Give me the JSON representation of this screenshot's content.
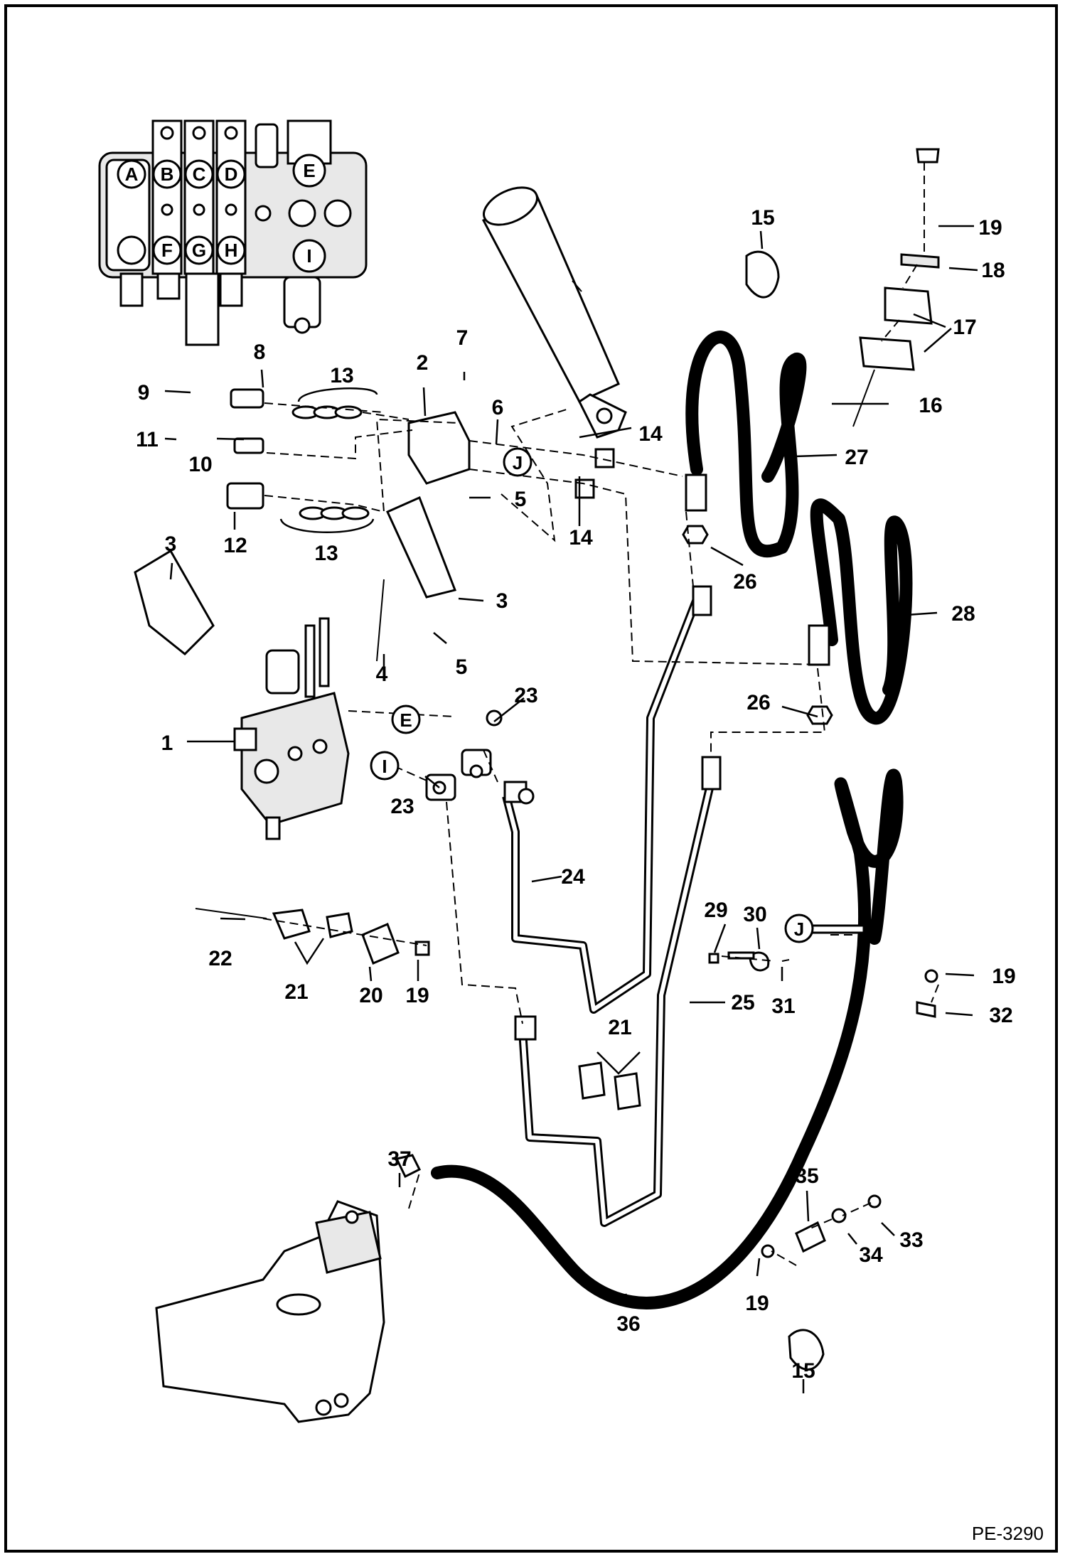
{
  "document_id": "PE-3290",
  "valve_section_labels": [
    "A",
    "B",
    "C",
    "D",
    "E",
    "F",
    "G",
    "H",
    "I"
  ],
  "port_callouts": {
    "J": "J",
    "E": "E",
    "I": "I"
  },
  "part_callouts": {
    "p1": "1",
    "p2": "2",
    "p3a": "3",
    "p3b": "3",
    "p4": "4",
    "p5a": "5",
    "p5b": "5",
    "p6": "6",
    "p7": "7",
    "p8": "8",
    "p9": "9",
    "p10": "10",
    "p11": "11",
    "p12": "12",
    "p13a": "13",
    "p13b": "13",
    "p14a": "14",
    "p14b": "14",
    "p15a": "15",
    "p15b": "15",
    "p16": "16",
    "p17": "17",
    "p18": "18",
    "p19a": "19",
    "p19b": "19",
    "p19c": "19",
    "p19d": "19",
    "p20": "20",
    "p21a": "21",
    "p21b": "21",
    "p22": "22",
    "p23a": "23",
    "p23b": "23",
    "p24": "24",
    "p25": "25",
    "p26a": "26",
    "p26b": "26",
    "p27": "27",
    "p28": "28",
    "p29": "29",
    "p30": "30",
    "p31": "31",
    "p32": "32",
    "p33": "33",
    "p34": "34",
    "p35": "35",
    "p36": "36",
    "p37": "37"
  }
}
